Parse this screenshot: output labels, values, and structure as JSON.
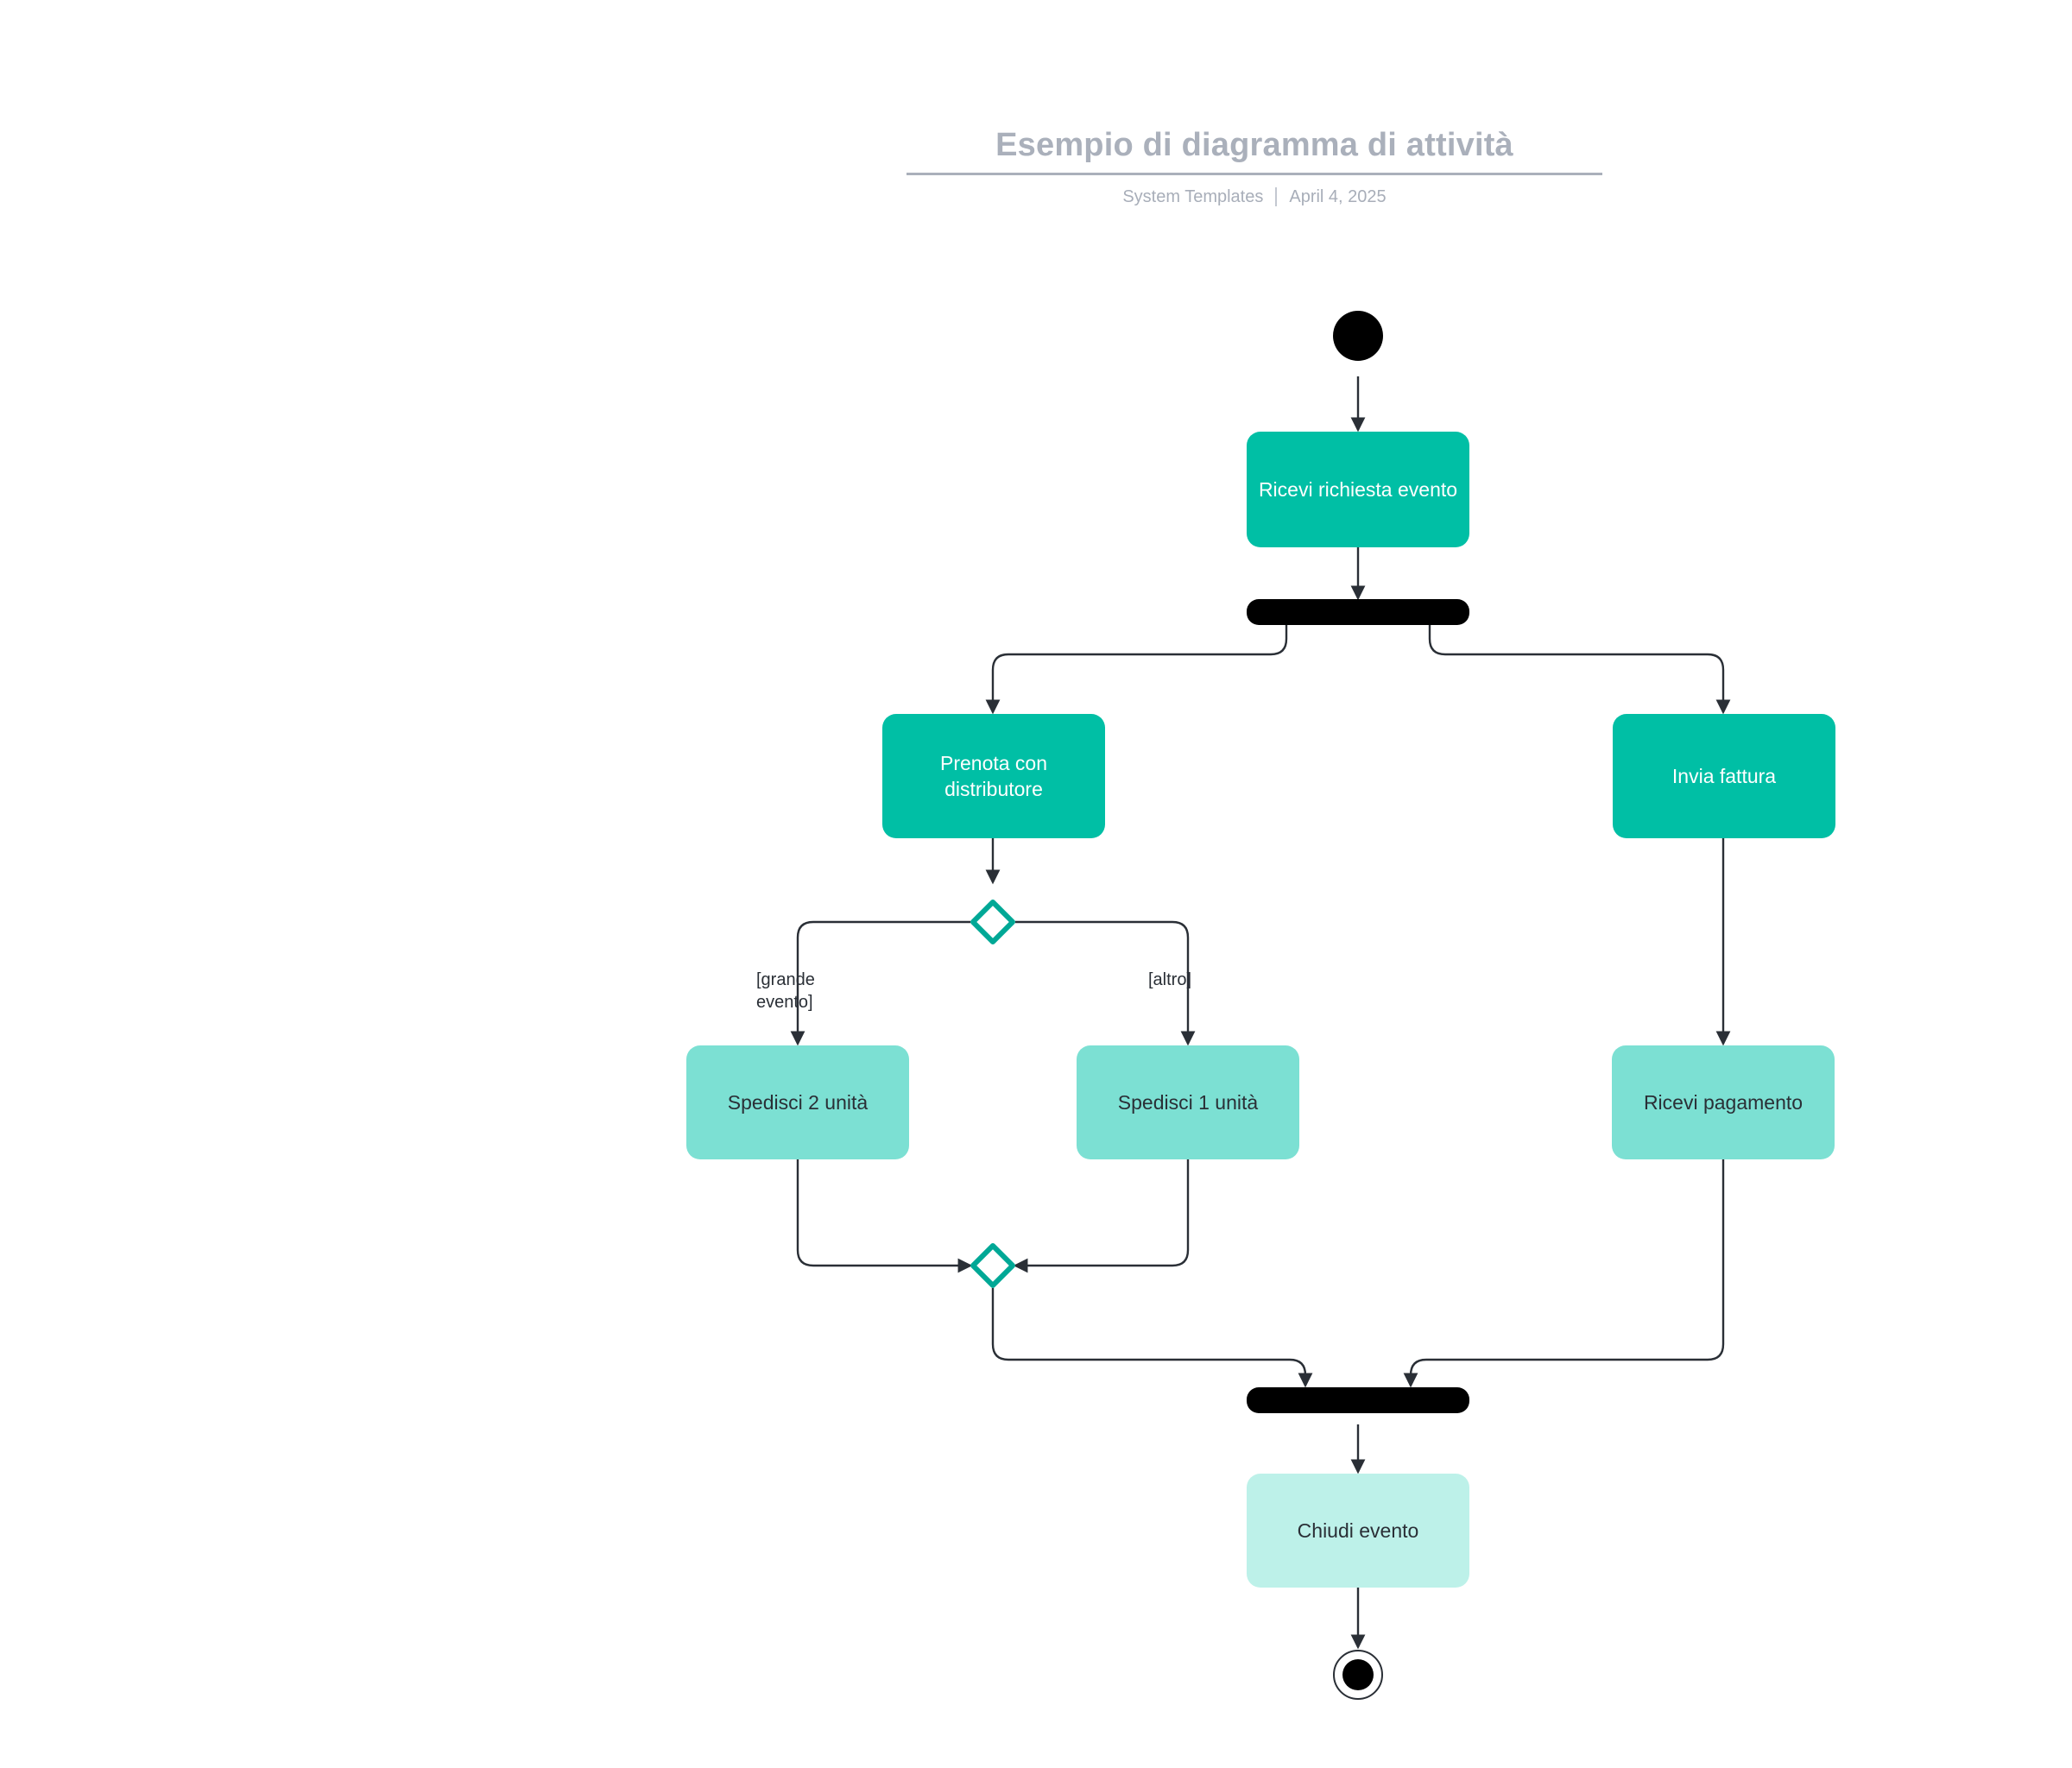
{
  "header": {
    "title": "Esempio di diagramma di attività",
    "author": "System Templates",
    "date": "April 4, 2025",
    "separator": ""
  },
  "palette": {
    "dark_teal": "#00BFA5",
    "mid_mint": "#7CE0D3",
    "light_mint": "#BDF1E9",
    "diamond_stroke": "#00A896",
    "edge": "#2a2f36",
    "node_black": "#000000",
    "title_gray": "#aab0bb"
  },
  "diagram": {
    "type": "uml-activity-diagram",
    "nodes": [
      {
        "id": "start",
        "kind": "initial",
        "label": ""
      },
      {
        "id": "a1",
        "kind": "action",
        "label": "Ricevi richiesta evento",
        "tone": "dark"
      },
      {
        "id": "fork",
        "kind": "fork",
        "label": ""
      },
      {
        "id": "a2",
        "kind": "action",
        "label": "Prenota con distributore",
        "tone": "dark"
      },
      {
        "id": "a3",
        "kind": "action",
        "label": "Invia fattura",
        "tone": "dark"
      },
      {
        "id": "decision",
        "kind": "decision",
        "label": ""
      },
      {
        "id": "a4",
        "kind": "action",
        "label": "Spedisci 2 unità",
        "tone": "mid"
      },
      {
        "id": "a5",
        "kind": "action",
        "label": "Spedisci 1 unità",
        "tone": "mid"
      },
      {
        "id": "a6",
        "kind": "action",
        "label": "Ricevi pagamento",
        "tone": "mid"
      },
      {
        "id": "merge",
        "kind": "merge",
        "label": ""
      },
      {
        "id": "join",
        "kind": "join",
        "label": ""
      },
      {
        "id": "a7",
        "kind": "action",
        "label": "Chiudi evento",
        "tone": "light"
      },
      {
        "id": "end",
        "kind": "final",
        "label": ""
      }
    ],
    "guards": [
      {
        "id": "g1",
        "label": "[grande\nevento]",
        "from": "decision",
        "to": "a4"
      },
      {
        "id": "g2",
        "label": "[altro]",
        "from": "decision",
        "to": "a5"
      }
    ],
    "edges": [
      {
        "from": "start",
        "to": "a1"
      },
      {
        "from": "a1",
        "to": "fork"
      },
      {
        "from": "fork",
        "to": "a2"
      },
      {
        "from": "fork",
        "to": "a3"
      },
      {
        "from": "a2",
        "to": "decision"
      },
      {
        "from": "decision",
        "to": "a4"
      },
      {
        "from": "decision",
        "to": "a5"
      },
      {
        "from": "a4",
        "to": "merge"
      },
      {
        "from": "a5",
        "to": "merge"
      },
      {
        "from": "a3",
        "to": "a6"
      },
      {
        "from": "merge",
        "to": "join"
      },
      {
        "from": "a6",
        "to": "join"
      },
      {
        "from": "join",
        "to": "a7"
      },
      {
        "from": "a7",
        "to": "end"
      }
    ]
  }
}
